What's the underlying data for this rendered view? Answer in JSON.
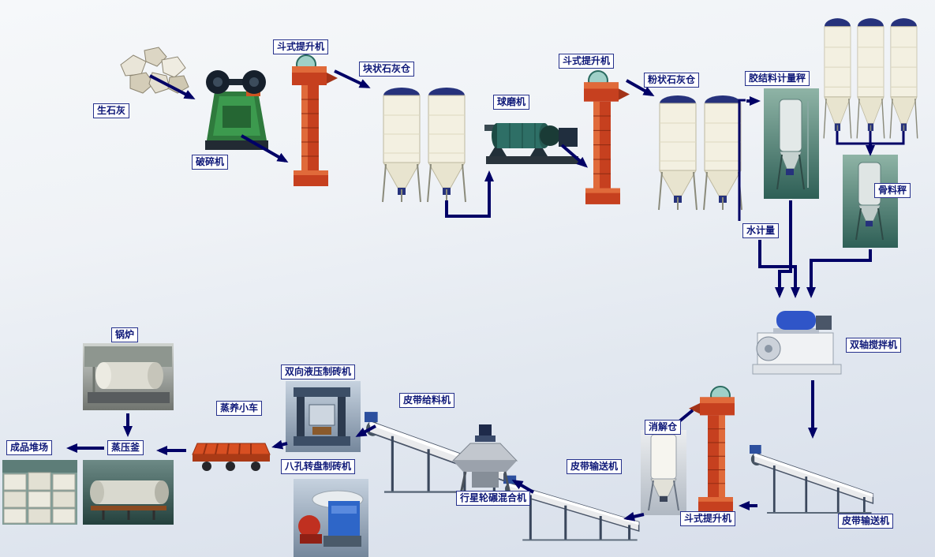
{
  "labels": {
    "quicklime": "生石灰",
    "crusher": "破碎机",
    "bucket_elevator_1": "斗式提升机",
    "lump_lime_silo": "块状石灰仓",
    "ball_mill": "球磨机",
    "bucket_elevator_2": "斗式提升机",
    "powder_lime_silo": "粉状石灰仓",
    "binder_metering_scale": "胶结料计量秤",
    "aggregate_scale": "骨料秤",
    "water_metering": "水计量",
    "double_shaft_mixer": "双轴搅拌机",
    "belt_conveyor_right": "皮带输送机",
    "bucket_elevator_3": "斗式提升机",
    "slaking_silo": "消解仓",
    "belt_conveyor_mid": "皮带输送机",
    "planetary_wheel_mixer": "行星轮碾混合机",
    "belt_feeder": "皮带给料机",
    "hydraulic_brick_machine": "双向液压制砖机",
    "rotary_brick_machine": "八孔转盘制砖机",
    "steam_curing_cart": "蒸养小车",
    "autoclave": "蒸压釜",
    "boiler": "锅炉",
    "finished_product_yard": "成品堆场"
  },
  "colors": {
    "arrow": "#000066",
    "label_border": "#26318c",
    "label_text": "#0e1878",
    "label_background": "#ffffff"
  }
}
